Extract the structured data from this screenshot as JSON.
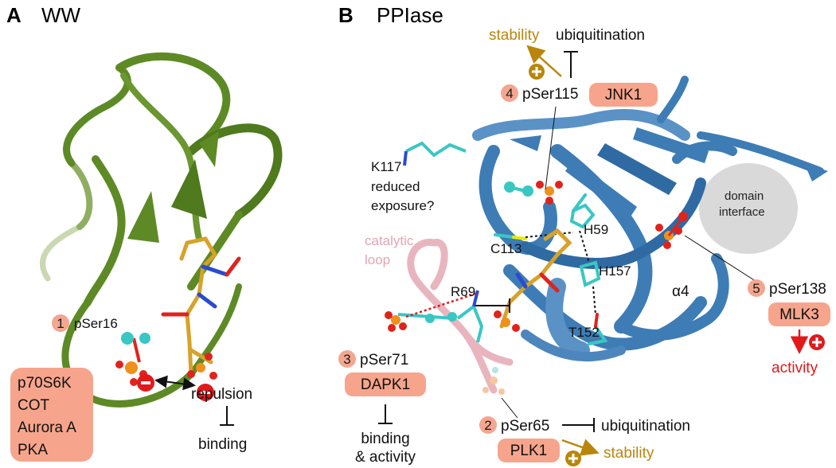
{
  "panel_a": {
    "letter": "A",
    "title": "WW",
    "site": {
      "number": "1",
      "label": "pSer16"
    },
    "kinases": [
      "p70S6K",
      "COT",
      "Aurora A",
      "PKA"
    ],
    "repulsion": "repulsion",
    "binding": "binding"
  },
  "panel_b": {
    "letter": "B",
    "title": "PPIase",
    "site4": {
      "number": "4",
      "label": "pSer115",
      "kinase": "JNK1",
      "up_left": "stability",
      "up_right": "ubiquitination"
    },
    "site5": {
      "number": "5",
      "label": "pSer138",
      "kinase": "MLK3",
      "effect": "activity"
    },
    "site3": {
      "number": "3",
      "label": "pSer71",
      "kinase": "DAPK1",
      "effect_line1": "binding",
      "effect_line2": "& activity"
    },
    "site2": {
      "number": "2",
      "label": "pSer65",
      "kinase": "PLK1",
      "right_top": "ubiquitination",
      "right_bottom": "stability"
    },
    "k117": {
      "line1": "K117",
      "line2": "reduced",
      "line3": "exposure?"
    },
    "catalytic": {
      "line1": "catalytic",
      "line2": "loop"
    },
    "domain_interface": {
      "line1": "domain",
      "line2": "interface"
    },
    "residues": {
      "h59": "H59",
      "c113": "C113",
      "h157": "H157",
      "t152": "T152",
      "r69": "R69",
      "alpha4": "α4"
    }
  },
  "colors": {
    "ww_ribbon": "#5e8a26",
    "ppiase_ribbon": "#3e7cb5",
    "badge": "#f4a690",
    "kinase_box": "#f6a58c",
    "stability": "#b8860b",
    "activity": "#e2191b",
    "catalytic_loop": "#e8b5bf"
  }
}
